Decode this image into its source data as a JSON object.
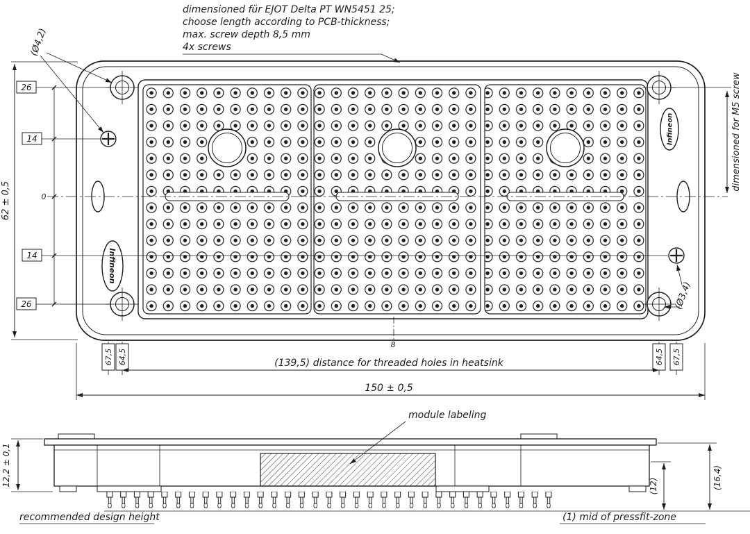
{
  "brand": "Infineon",
  "notes_top": {
    "line1": "dimensioned für EJOT Delta PT WN5451 25;",
    "line2": "choose length according to PCB-thickness;",
    "line3": "max. screw depth 8,5 mm",
    "line4": "4x screws"
  },
  "top_view": {
    "dia_top_left": "(Ø4,2)",
    "dia_bottom_right": "(Ø3,4)",
    "overall_height": "62 ± 0,5",
    "overall_width": "150 ± 0,5",
    "boxed_left": [
      "26",
      "14",
      "14",
      "26"
    ],
    "boxed_bottom_left": [
      "67,5",
      "64,5"
    ],
    "boxed_bottom_right": [
      "64,5",
      "67,5"
    ],
    "threaded_holes_note": "(139,5) distance for threaded holes in heatsink",
    "m5_note": "dimensioned for M5 screw",
    "zero_datum": "0",
    "center_datum": "8"
  },
  "side_view": {
    "module_labeling": "module labeling",
    "height": "12,2 ± 0,1",
    "dim_12": "(12)",
    "dim_16_4": "(16,4)",
    "design_height_note": "recommended design height",
    "pressfit_note": "(1) mid of pressfit-zone"
  }
}
